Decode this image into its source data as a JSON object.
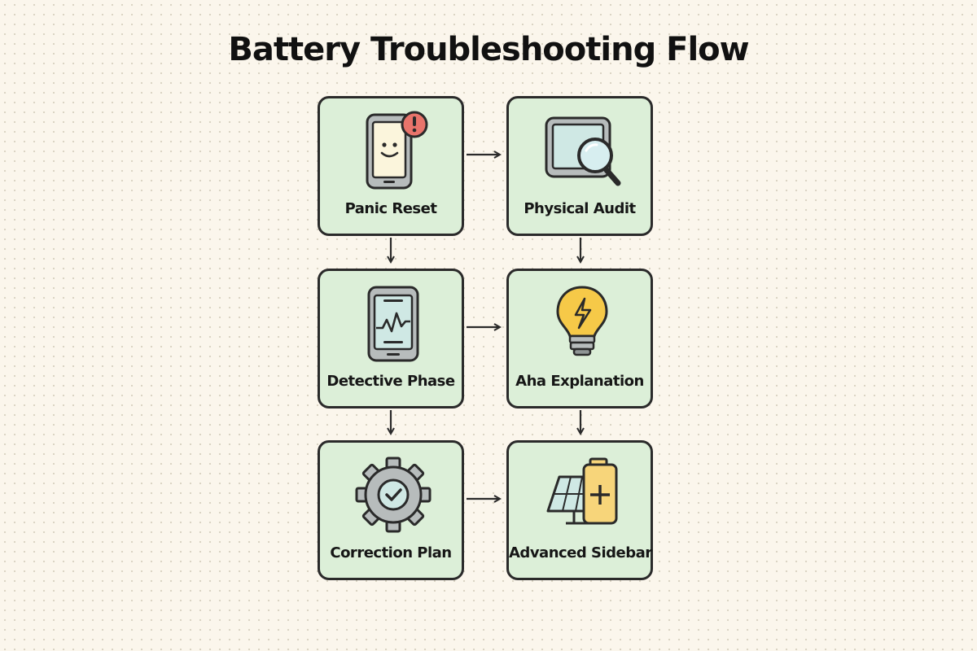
{
  "title": "Battery Troubleshooting Flow",
  "nodes": [
    {
      "label": "Panic Reset",
      "icon": "phone-alert-icon"
    },
    {
      "label": "Physical Audit",
      "icon": "tablet-magnifier-icon"
    },
    {
      "label": "Detective Phase",
      "icon": "phone-graph-icon"
    },
    {
      "label": "Aha Explanation",
      "icon": "lightbulb-icon"
    },
    {
      "label": "Correction Plan",
      "icon": "gear-check-icon"
    },
    {
      "label": "Advanced Sidebar",
      "icon": "solar-battery-icon"
    }
  ],
  "colors": {
    "background": "#fbf6ec",
    "node_fill": "#dcefd8",
    "outline": "#2a2a2a",
    "alert": "#e8746b",
    "bulb": "#f6c948",
    "battery": "#f7d57a",
    "screen": "#cfe8e4"
  }
}
